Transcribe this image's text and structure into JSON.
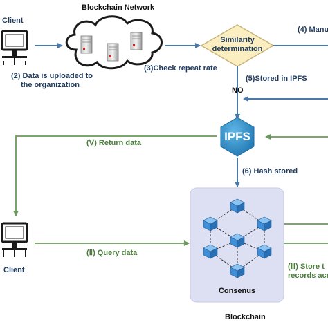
{
  "labels": {
    "blockchain_network": "Blockchain Network",
    "client_top": "Client",
    "client_bottom": "Client",
    "step2_line1": "(2) Data is uploaded to",
    "step2_line2": "the organization",
    "step3": "(3)Check repeat rate",
    "step4": "(4) Manu",
    "similarity_line1": "Similarity",
    "similarity_line2": "determination",
    "step5": "(5)Stored in IPFS",
    "no": "NO",
    "ipfs": "IPFS",
    "stepV": "(Ⅴ) Return data",
    "step6": "(6) Hash stored",
    "stepII": "(Ⅱ) Query data",
    "stepIII_line1": "(Ⅲ) Store t",
    "stepIII_line2": "records acr",
    "consensus": "Consenus",
    "blockchain": "Blockchain"
  },
  "colors": {
    "arrow_blue": "#4a78a8",
    "arrow_green": "#6a9a5a",
    "diamond_fill": "#fbefc2",
    "diamond_stroke": "#c9b47a",
    "ipfs_fill": "#2f8fc8",
    "consensus_bg": "#dde0f3",
    "cube_blue": "#3f8ed8"
  }
}
